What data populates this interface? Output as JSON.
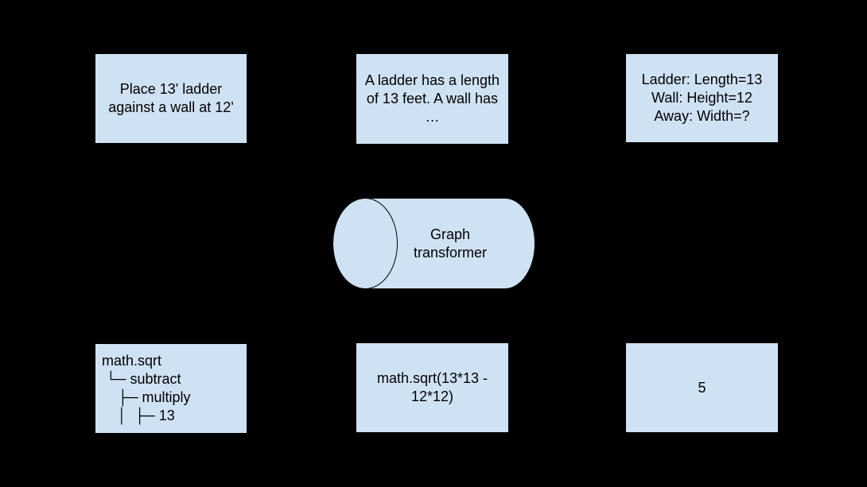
{
  "diagram": {
    "colors": {
      "background": "#000000",
      "node_fill": "#cfe2f3",
      "node_border": "#000000",
      "text": "#000000"
    },
    "top_row": [
      {
        "id": "task-abbreviated",
        "text": "Place 13' ladder\nagainst a wall at 12'"
      },
      {
        "id": "task-natural-language",
        "text": "A ladder has a length\nof 13 feet. A wall has\n…"
      },
      {
        "id": "task-structured",
        "text": "Ladder: Length=13\nWall: Height=12\nAway: Width=?"
      }
    ],
    "transformer": {
      "label": "Graph\ntransformer"
    },
    "bottom_row": [
      {
        "id": "output-call-tree",
        "text": "math.sqrt\n └─ subtract\n    ├─ multiply\n    │  ├─ 13"
      },
      {
        "id": "output-expression",
        "text": "math.sqrt(13*13 -\n12*12)"
      },
      {
        "id": "output-result",
        "text": "5"
      }
    ]
  }
}
